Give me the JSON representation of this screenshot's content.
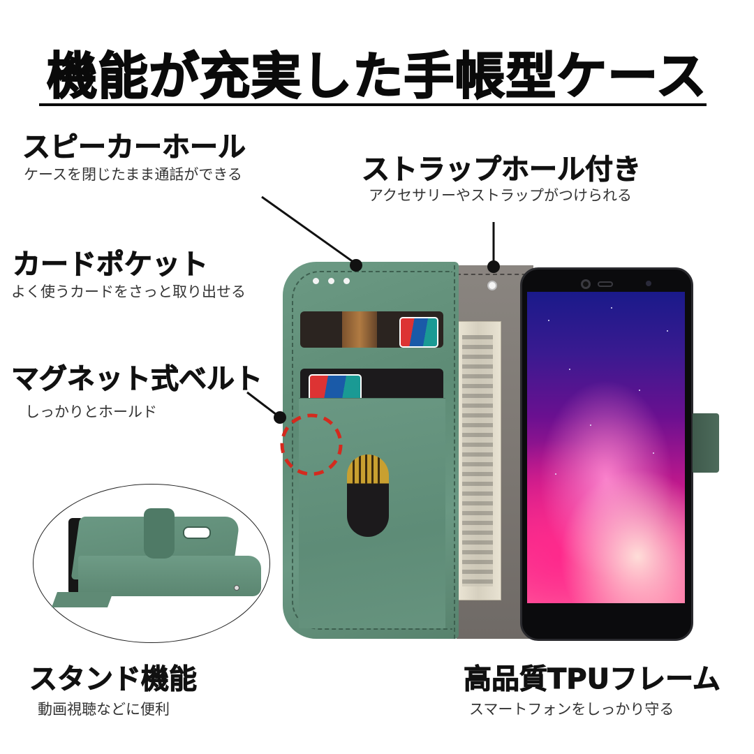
{
  "title": "機能が充実した手帳型ケース",
  "features": {
    "speaker_hole": {
      "heading": "スピーカーホール",
      "description": "ケースを閉じたまま通話ができる"
    },
    "strap_hole": {
      "heading": "ストラップホール付き",
      "description": "アクセサリーやストラップがつけられる"
    },
    "card_pocket": {
      "heading": "カードポケット",
      "description": "よく使うカードをさっと取り出せる"
    },
    "magnetic_belt": {
      "heading": "マグネット式ベルト",
      "description": "しっかりとホールド"
    },
    "stand": {
      "heading": "スタンド機能",
      "description": "動画視聴などに便利"
    },
    "tpu_frame": {
      "heading": "高品質TPUフレーム",
      "description": "スマートフォンをしっかり守る"
    }
  },
  "product": {
    "case_color": "#6a9883",
    "inner_color": "#7d7873",
    "magnet_marker_color": "#d42a1e"
  }
}
